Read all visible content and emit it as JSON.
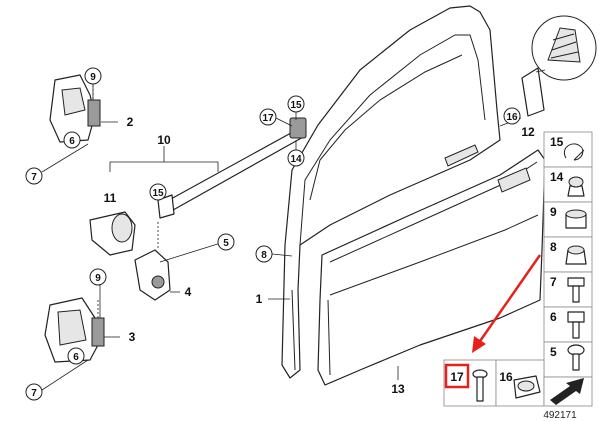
{
  "callouts": {
    "c1": "1",
    "c2": "2",
    "c3": "3",
    "c4": "4",
    "c5": "5",
    "c6a": "6",
    "c6b": "6",
    "c7a": "7",
    "c7b": "7",
    "c8": "8",
    "c9a": "9",
    "c9b": "9",
    "c10": "10",
    "c11": "11",
    "c12": "12",
    "c13": "13",
    "c14": "14",
    "c15a": "15",
    "c15b": "15",
    "c16": "16",
    "c17": "17"
  },
  "legend": [
    {
      "num": "15",
      "icon": "retainer-clip-icon"
    },
    {
      "num": "14",
      "icon": "clip-nut-icon"
    },
    {
      "num": "9",
      "icon": "hex-nut-icon"
    },
    {
      "num": "8",
      "icon": "plug-icon"
    },
    {
      "num": "7",
      "icon": "bolt-icon"
    },
    {
      "num": "6",
      "icon": "hex-bolt-icon"
    },
    {
      "num": "5",
      "icon": "socket-screw-icon"
    }
  ],
  "bottom_legend": [
    {
      "num": "17",
      "icon": "screw-icon",
      "highlighted": true
    },
    {
      "num": "16",
      "icon": "cap-icon",
      "highlighted": false
    }
  ],
  "reference_number": "492171",
  "highlight_color": "#e8201c"
}
